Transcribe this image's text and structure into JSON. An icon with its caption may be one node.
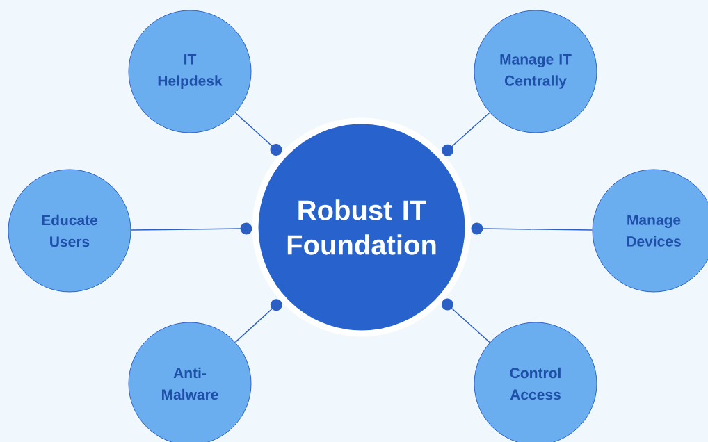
{
  "diagram": {
    "nodes": [
      {
        "text": [
          "Robust IT Foundation"
        ]
      },
      {
        "text": [
          "IT Helpdesk"
        ]
      },
      {
        "text": [
          "Manage IT Centrally"
        ]
      },
      {
        "text": [
          "Educate Users"
        ]
      },
      {
        "text": [
          "Manage Devices"
        ]
      },
      {
        "text": [
          "Anti-Malware"
        ]
      },
      {
        "text": [
          "Control Access"
        ]
      }
    ],
    "edges": [
      {
        "from": 1,
        "to": 0,
        "arrow": "other"
      },
      {
        "from": 2,
        "to": 0,
        "arrow": "other"
      },
      {
        "from": 3,
        "to": 0,
        "arrow": "other"
      },
      {
        "from": 4,
        "to": 0,
        "arrow": "other"
      },
      {
        "from": 5,
        "to": 0,
        "arrow": "other"
      },
      {
        "from": 6,
        "to": 0,
        "arrow": "other"
      }
    ]
  }
}
